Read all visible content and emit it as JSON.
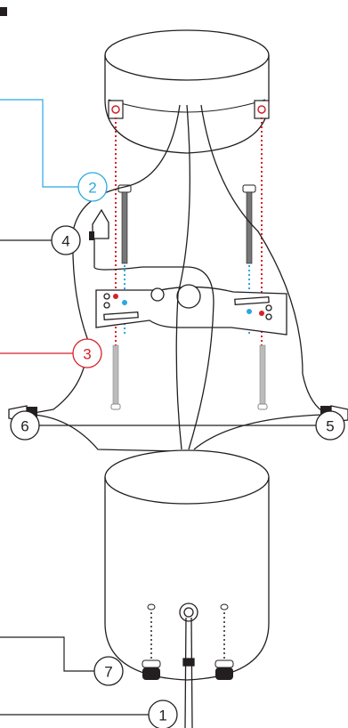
{
  "colors": {
    "line": "#231f20",
    "cyan_leader": "#29a8e0",
    "red_leader": "#d2232a",
    "blue_dots": "#29a8e0",
    "red_dots": "#d2232a",
    "fill": "#ffffff"
  },
  "callouts": {
    "c1": {
      "label": "1"
    },
    "c2": {
      "label": "2"
    },
    "c3": {
      "label": "3"
    },
    "c4": {
      "label": "4"
    },
    "c5": {
      "label": "5"
    },
    "c6": {
      "label": "6"
    },
    "c7": {
      "label": "7"
    }
  }
}
